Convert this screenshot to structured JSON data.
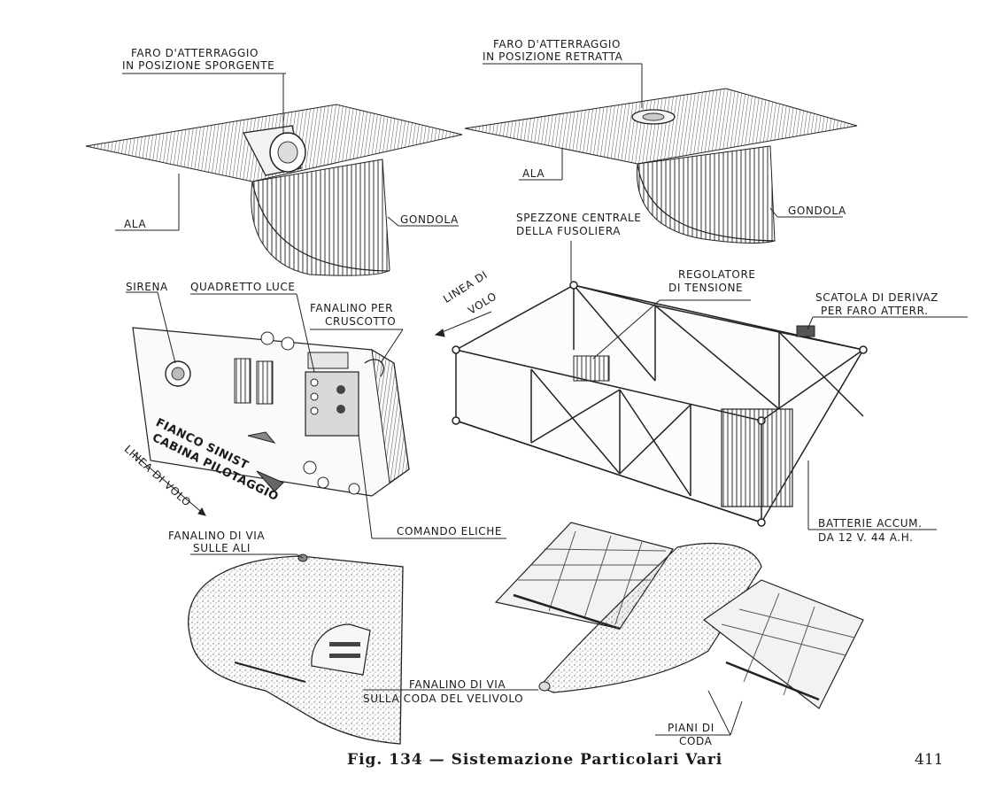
{
  "labels": {
    "faro_sporgente_1": "FARO D'ATTERRAGGIO",
    "faro_sporgente_2": "IN POSIZIONE SPORGENTE",
    "faro_retratta_1": "FARO D'ATTERRAGGIO",
    "faro_retratta_2": "IN POSIZIONE RETRATTA",
    "ala_left": "ALA",
    "ala_right": "ALA",
    "gondola_left": "GONDOLA",
    "gondola_right": "GONDOLA",
    "spezzone_1": "SPEZZONE CENTRALE",
    "spezzone_2": "DELLA FUSOLIERA",
    "linea_volo_right_1": "LINEA DI",
    "linea_volo_right_2": "VOLO",
    "regolatore_1": "REGOLATORE",
    "regolatore_2": "DI TENSIONE",
    "scatola_1": "SCATOLA DI DERIVAZ",
    "scatola_2": "PER FARO ATTERR.",
    "sirena": "SIRENA",
    "quadretto": "QUADRETTO LUCE",
    "fanalino_cruscotto_1": "FANALINO PER",
    "fanalino_cruscotto_2": "CRUSCOTTO",
    "fianco_1": "FIANCO SINIST",
    "fianco_2": "CABINA PILOTAGGIO",
    "linea_volo_left": "LINEA DI VOLO",
    "comando_eliche": "COMANDO ELICHE",
    "batterie_1": "BATTERIE ACCUM.",
    "batterie_2": "DA 12 V. 44 A.H.",
    "fanalino_ali_1": "FANALINO DI VIA",
    "fanalino_ali_2": "SULLE ALI",
    "fanalino_coda_1": "FANALINO DI VIA",
    "fanalino_coda_2": "SULLA CODA DEL VELIVOLO",
    "piani_1": "PIANI DI",
    "piani_2": "CODA"
  },
  "caption": "Fig. 134 — Sistemazione Particolari Vari",
  "page_number": "411"
}
